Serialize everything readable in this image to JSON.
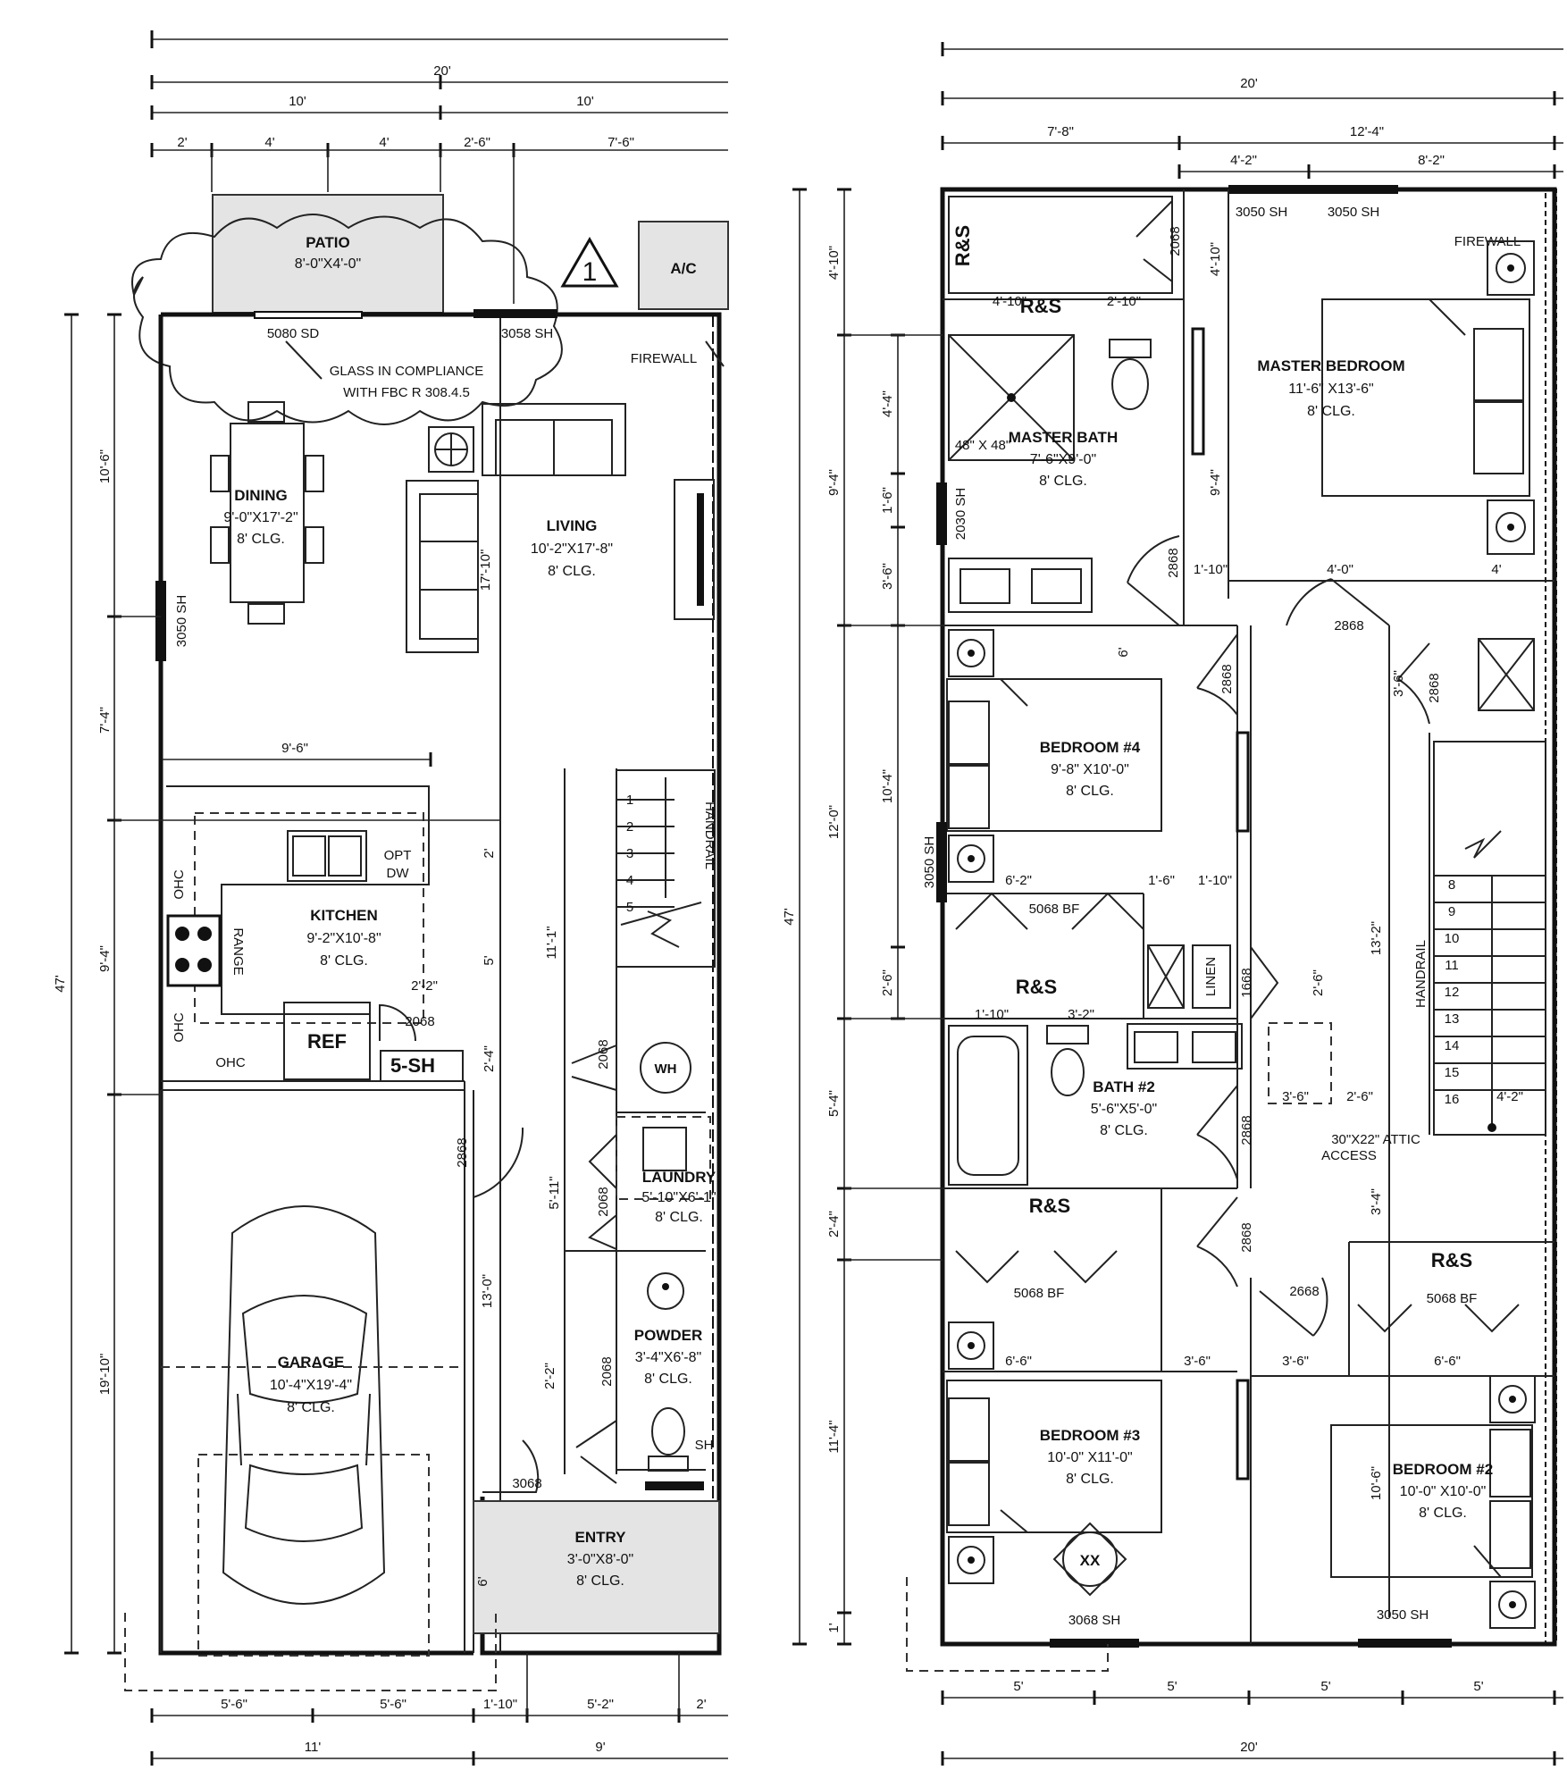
{
  "first_floor": {
    "dims_top": {
      "total": "20'",
      "half_left": "10'",
      "half_right": "10'",
      "seg1": "2'",
      "seg2": "4'",
      "seg3": "4'",
      "seg4": "2'-6\"",
      "seg5": "7'-6\""
    },
    "dims_left": {
      "total": "47'",
      "d1": "10'-6\"",
      "d2": "7'-4\"",
      "d3": "9'-4\"",
      "d4": "19'-10\""
    },
    "dims_bottom": {
      "total_left": "11'",
      "total_right": "9'",
      "b1": "5'-6\"",
      "b2": "5'-6\"",
      "b3": "1'-10\"",
      "b4": "5'-2\"",
      "b5": "2'"
    },
    "patio": {
      "name": "PATIO",
      "size": "8'-0\"X4'-0\""
    },
    "ac": "A/C",
    "revision_mark": "1",
    "window_sd": "5080 SD",
    "window_sh_top": "3058 SH",
    "glass_note": {
      "line1": "GLASS IN COMPLIANCE",
      "line2": "WITH FBC R 308.4.5"
    },
    "firewall": "FIREWALL",
    "dining": {
      "name": "DINING",
      "size": "9'-0\"X17'-2\"",
      "clg": "8' CLG."
    },
    "living": {
      "name": "LIVING",
      "size": "10'-2\"X17'-8\"",
      "clg": "8' CLG."
    },
    "living_depth": "17'-10\"",
    "window_left": "3050 SH",
    "kitchen": {
      "name": "KITCHEN",
      "size": "9'-2\"X10'-8\"",
      "clg": "8' CLG."
    },
    "kitchen_width": "9'-6\"",
    "opt_dw": {
      "line1": "OPT",
      "line2": "DW"
    },
    "range": "RANGE",
    "ohc": "OHC",
    "ref": "REF",
    "kitchen_window": "5-SH",
    "kitchen_door": "2068",
    "kitchen_dim_small": "2'",
    "kitchen_dim_5": "5'",
    "kitchen_dim_24": "2'-4\"",
    "kitchen_dim_top": "2'-2\"",
    "garage_door": "2868",
    "garage": {
      "name": "GARAGE",
      "size": "10'-4\"X19'-4\"",
      "clg": "8' CLG."
    },
    "garage_depth": "13'-0\"",
    "stair_run": "11'-1\"",
    "handrail": "HANDRAIL",
    "stair_steps": [
      "1",
      "2",
      "3",
      "4",
      "5"
    ],
    "wh": "WH",
    "laundry": {
      "name": "LAUNDRY",
      "size": "5'-10\"X6'-1\"",
      "clg": "8' CLG."
    },
    "laundry_depth": "5'-11\"",
    "laundry_door": "2068",
    "closet_door": "2068",
    "powder": {
      "name": "POWDER",
      "size": "3'-4\"X6'-8\"",
      "clg": "8' CLG."
    },
    "powder_door": "2068",
    "powder_window": "SH",
    "entry_door": "3068",
    "entry": {
      "name": "ENTRY",
      "size": "3'-0\"X8'-0\"",
      "clg": "8' CLG."
    },
    "entry_dim": "6'",
    "dim_misc": "2'-2\""
  },
  "second_floor": {
    "dims_top": {
      "total": "20'",
      "left": "7'-8\"",
      "right": "12'-4\"",
      "r1": "4'-2\"",
      "r2": "8'-2\""
    },
    "dims_left": {
      "total": "47'",
      "d1": "4'-10\"",
      "d2": "9'-4\"",
      "d2a": "4'-4\"",
      "d2b": "1'-6\"",
      "d2c": "3'-6\"",
      "d3": "12'-0\"",
      "d3a": "10'-4\"",
      "d3b": "2'-6\"",
      "d4": "5'-4\"",
      "d5": "2'-4\"",
      "d6": "11'-4\"",
      "d7": "1'"
    },
    "dims_bottom": {
      "total": "20'",
      "b1": "5'",
      "b2": "5'",
      "b3": "5'",
      "b4": "5'"
    },
    "windows_top": [
      "3050 SH",
      "3050 SH"
    ],
    "rs_labels": [
      "R&S",
      "R&S",
      "R&S",
      "R&S",
      "R&S"
    ],
    "rs_dims": [
      "4'-10\"",
      "2'-10\""
    ],
    "closet_door_top": "2068",
    "closet_dim": "4'-10\"",
    "firewall": "FIREWALL",
    "master_bedroom": {
      "name": "MASTER BEDROOM",
      "size": "11'-6\" X13'-6\"",
      "clg": "8' CLG."
    },
    "master_depth": "9'-4\"",
    "master_bath": {
      "name": "MASTER BATH",
      "size": "7'-6\"X9'-0\"",
      "clg": "8' CLG."
    },
    "shower": "48\" X 48\"",
    "window_bath": "2030 SH",
    "master_door": "2868",
    "dim_110": "1'-10\"",
    "dim_40": "4'-0\"",
    "dim_4": "4'",
    "hall_door": "2868",
    "bedroom4": {
      "name": "BEDROOM #4",
      "size": "9'-8\" X10'-0\"",
      "clg": "8' CLG."
    },
    "bed4_door": "2868",
    "bed4_window": "3050 SH",
    "bed4_closet": "5068 BF",
    "bed4_dims": [
      "6'-2\"",
      "1'-6\"",
      "1'-10\""
    ],
    "dim_6": "6'",
    "linen": "LINEN",
    "linen_door": "1668",
    "dim_26": "2'-6\"",
    "hall_len": "13'-2\"",
    "closet2_door": "2868",
    "closet2_dim": "3'-6\"",
    "bath2": {
      "name": "BATH #2",
      "size": "5'-6\"X5'-0\"",
      "clg": "8' CLG."
    },
    "bath2_dims": [
      "1'-10\"",
      "3'-2\""
    ],
    "bath2_door": "2868",
    "attic": {
      "line1": "30\"X22\" ATTIC",
      "line2": "ACCESS"
    },
    "attic_dims": [
      "3'-6\"",
      "2'-6\"",
      "3'-4\""
    ],
    "handrail": "HANDRAIL",
    "stair_steps": [
      "8",
      "9",
      "10",
      "11",
      "12",
      "13",
      "14",
      "15",
      "16"
    ],
    "stair_dim": "4'-2\"",
    "rs_closet3": "5068 BF",
    "bed3_door": "2868",
    "hall_door2": "2668",
    "rs_closet2": "5068 BF",
    "bed_dims": [
      "6'-6\"",
      "3'-6\"",
      "3'-6\"",
      "6'-6\""
    ],
    "bedroom3": {
      "name": "BEDROOM #3",
      "size": "10'-0\" X11'-0\"",
      "clg": "8' CLG."
    },
    "bed3_window": "3068 SH",
    "bedroom2": {
      "name": "BEDROOM #2",
      "size": "10'-0\" X10'-0\"",
      "clg": "8' CLG."
    },
    "bed2_dim": "10'-6\"",
    "bed2_window": "3050 SH",
    "xx": "XX"
  }
}
